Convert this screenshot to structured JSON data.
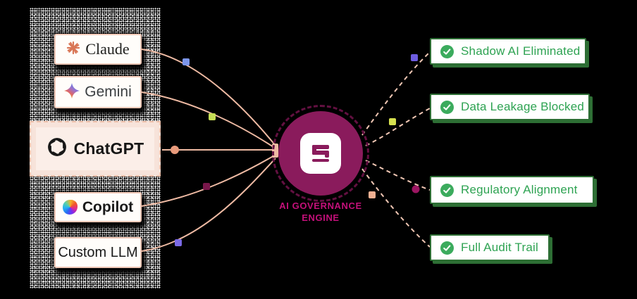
{
  "colors": {
    "line": "#eebaa3",
    "line-dash": "#f0c7b4",
    "brand": "#8a1b5c",
    "brand-ring": "#631041",
    "engine-label": "#c4107a",
    "box-border": "#f2c9b8",
    "box-bg": "#fffdfa",
    "strip-bg": "#f7e3da",
    "strip-inner-bg": "#fbeee8",
    "strip-border": "#eec0ab",
    "green-border": "#2d6e34",
    "green-text": "#2ea352",
    "check-green": "#3bab5d",
    "claude-orange": "#d97757",
    "node-claude": "#7c95ea",
    "node-gemini": "#c6dd55",
    "node-chatgpt": "#e99b7c",
    "node-copilot": "#78174a",
    "node-custom": "#7b6ae6",
    "node-shadow-ai": "#6d5ce0",
    "node-data-leakage": "#d6e04f",
    "node-regulatory": "#9c1662",
    "node-audit": "#f0b092"
  },
  "sources": {
    "items": [
      {
        "label": "Claude",
        "icon": "claude-starburst-icon"
      },
      {
        "label": "Gemini",
        "icon": "gemini-star-icon"
      },
      {
        "label": "ChatGPT",
        "icon": "openai-icon",
        "highlighted": true
      },
      {
        "label": "Copilot",
        "icon": "copilot-icon"
      },
      {
        "label": "Custom LLM",
        "icon": null
      }
    ]
  },
  "engine": {
    "label_line1": "AI GOVERNANCE",
    "label_line2": "ENGINE",
    "logo": "s-logo-icon"
  },
  "outcomes": {
    "items": [
      {
        "label": "Shadow AI Eliminated",
        "icon": "check-icon"
      },
      {
        "label": "Data Leakage Blocked",
        "icon": "check-icon"
      },
      {
        "label": "Regulatory Alignment",
        "icon": "check-icon"
      },
      {
        "label": "Full Audit Trail",
        "icon": "check-icon"
      }
    ]
  }
}
